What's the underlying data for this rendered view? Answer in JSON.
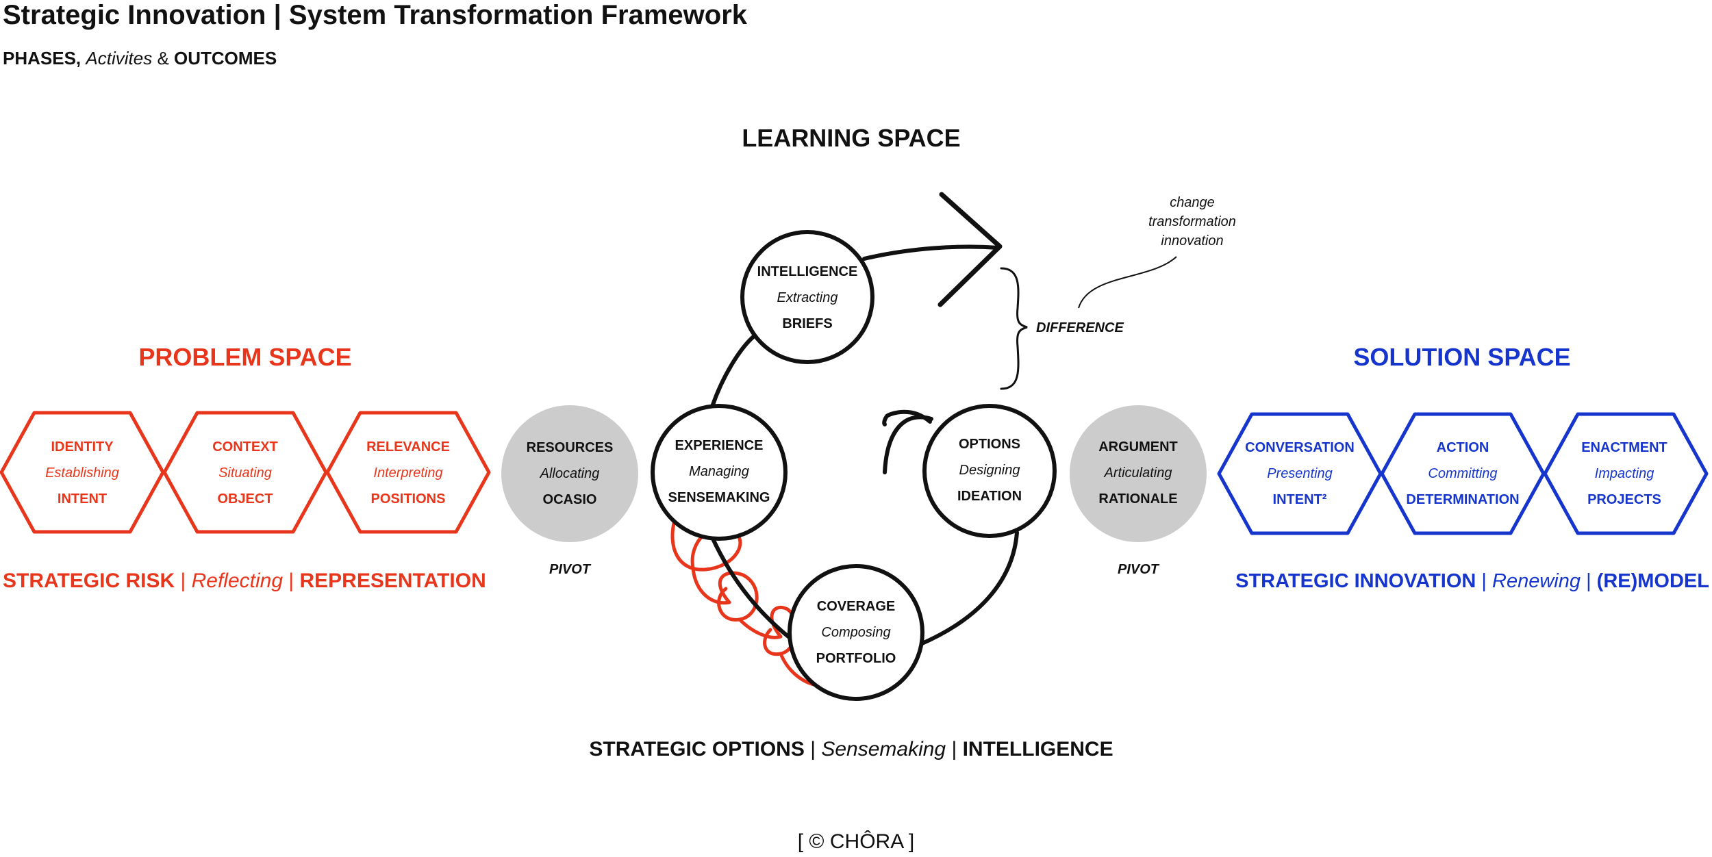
{
  "header": {
    "title": "Strategic Innovation | System Transformation Framework",
    "subtitle": {
      "part1": "PHASES,",
      "part2": "Activites",
      "part3": "&",
      "part4": "OUTCOMES"
    }
  },
  "colors": {
    "problem": "#e8361c",
    "solution": "#1535cc",
    "neutral": "#111111",
    "pivot": "#cccccc"
  },
  "learning_space": {
    "label": "LEARNING SPACE",
    "annotation_lines": [
      "change",
      "transformation",
      "innovation"
    ],
    "difference": "DIFFERENCE"
  },
  "problem_space": {
    "label": "PROBLEM SPACE",
    "hexagons": [
      {
        "top": "IDENTITY",
        "middle": "Establishing",
        "bottom": "INTENT"
      },
      {
        "top": "CONTEXT",
        "middle": "Situating",
        "bottom": "OBJECT"
      },
      {
        "top": "RELEVANCE",
        "middle": "Interpreting",
        "bottom": "POSITIONS"
      }
    ],
    "footer": {
      "left": "STRATEGIC RISK",
      "sep1": "|",
      "middle": "Reflecting",
      "sep2": "|",
      "right": "REPRESENTATION"
    }
  },
  "pivots": [
    {
      "top": "RESOURCES",
      "middle": "Allocating",
      "bottom": "OCASIO",
      "label": "PIVOT"
    },
    {
      "top": "ARGUMENT",
      "middle": "Articulating",
      "bottom": "RATIONALE",
      "label": "PIVOT"
    }
  ],
  "cycle": {
    "nodes": [
      {
        "top": "INTELLIGENCE",
        "middle": "Extracting",
        "bottom": "BRIEFS"
      },
      {
        "top": "EXPERIENCE",
        "middle": "Managing",
        "bottom": "SENSEMAKING"
      },
      {
        "top": "OPTIONS",
        "middle": "Designing",
        "bottom": "IDEATION"
      },
      {
        "top": "COVERAGE",
        "middle": "Composing",
        "bottom": "PORTFOLIO"
      }
    ],
    "footer": {
      "left": "STRATEGIC OPTIONS",
      "sep1": "|",
      "middle": "Sensemaking",
      "sep2": "|",
      "right": "INTELLIGENCE"
    }
  },
  "solution_space": {
    "label": "SOLUTION SPACE",
    "hexagons": [
      {
        "top": "CONVERSATION",
        "middle": "Presenting",
        "bottom": "INTENT²"
      },
      {
        "top": "ACTION",
        "middle": "Committing",
        "bottom": "DETERMINATION"
      },
      {
        "top": "ENACTMENT",
        "middle": "Impacting",
        "bottom": "PROJECTS"
      }
    ],
    "footer": {
      "left": "STRATEGIC INNOVATION",
      "sep1": "|",
      "middle": "Renewing",
      "sep2": "|",
      "right": "(RE)MODEL"
    }
  },
  "footer": {
    "credit": "[ © CHÔRA ]"
  }
}
